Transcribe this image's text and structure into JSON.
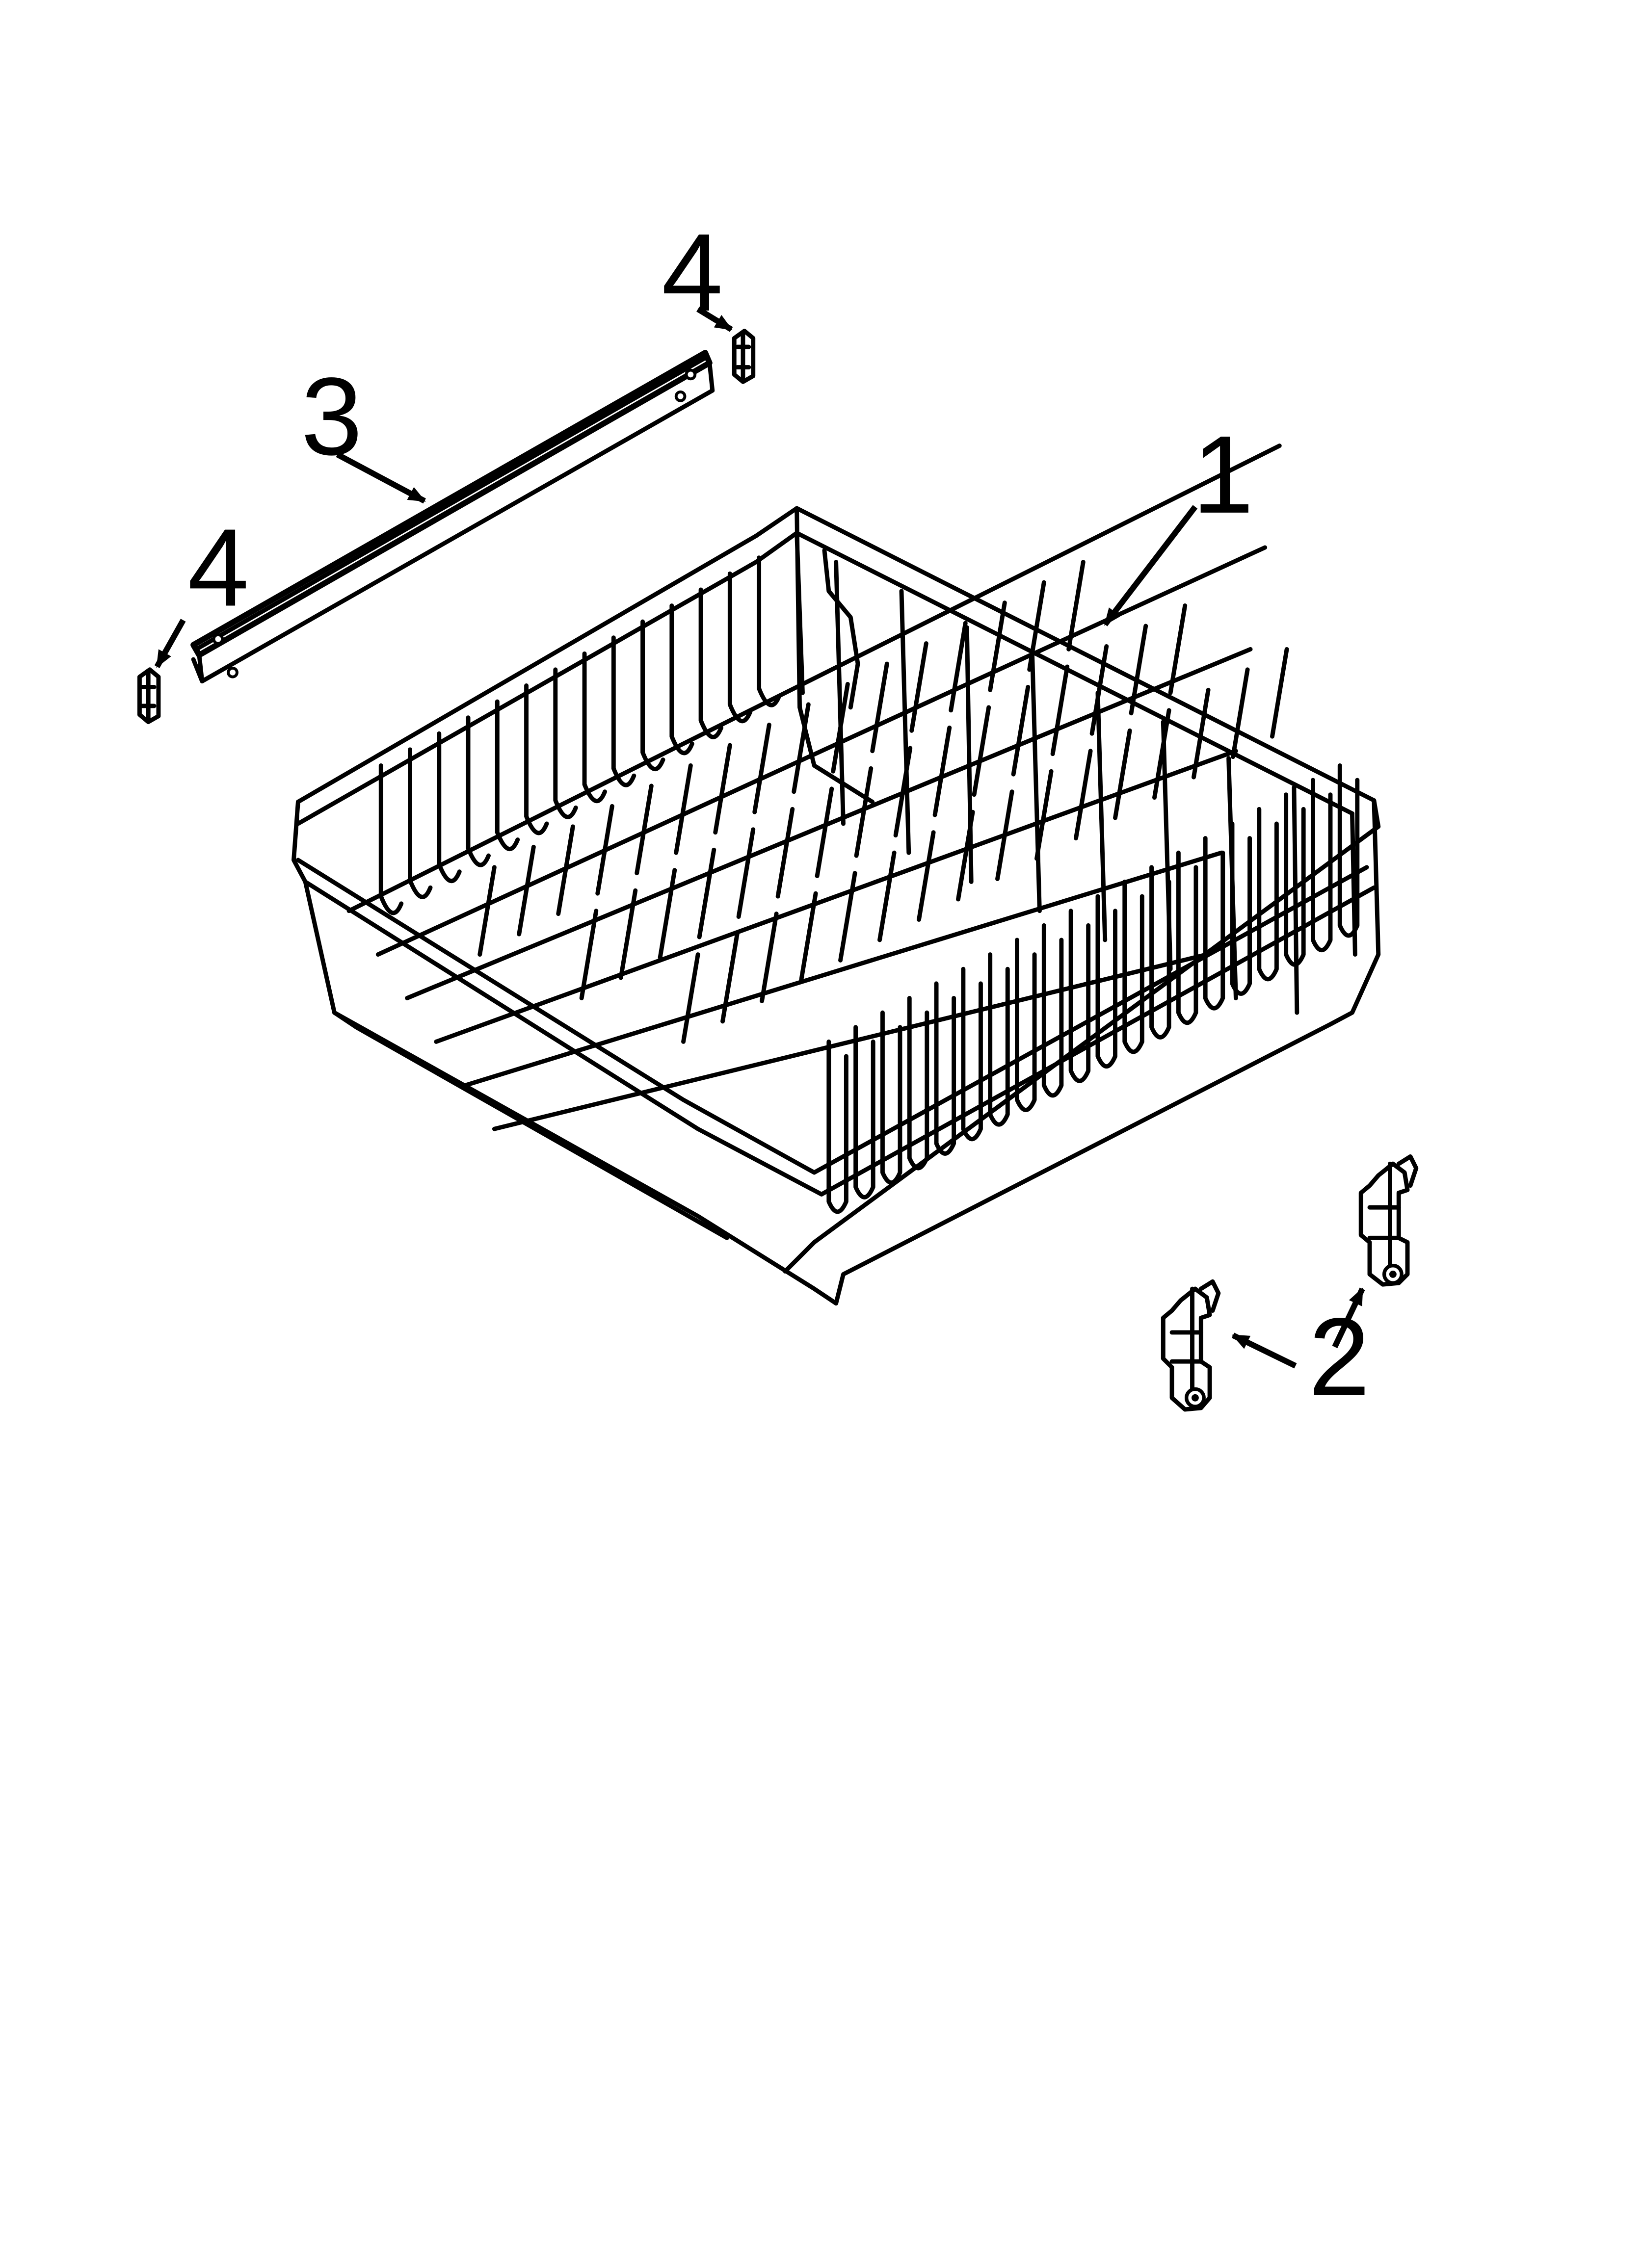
{
  "callouts": {
    "rack": "1",
    "roller_assembly": "2",
    "rail": "3",
    "rail_end_cap_top": "4",
    "rail_end_cap_left": "4"
  }
}
